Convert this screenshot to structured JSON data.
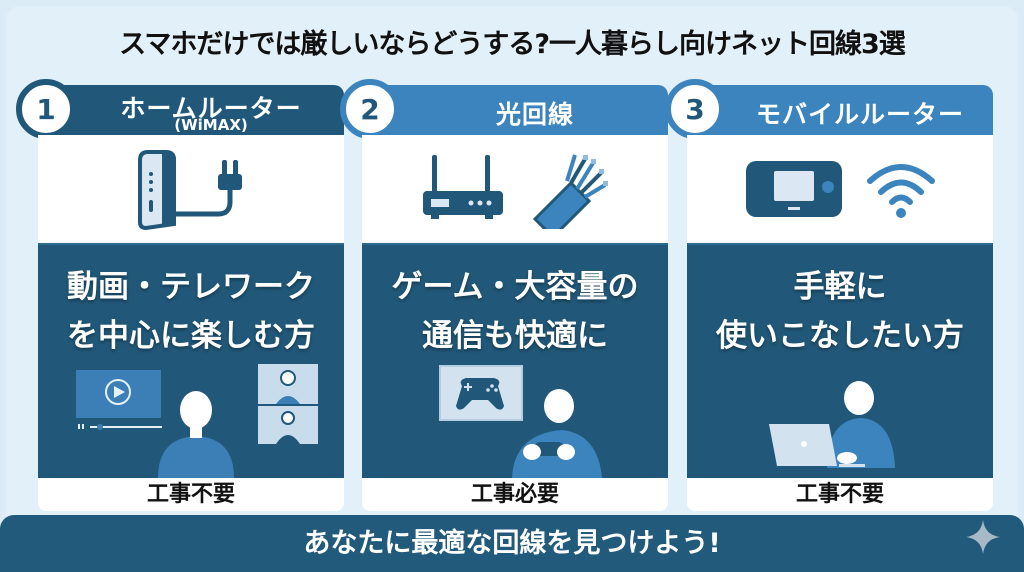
{
  "title": "スマホだけでは厳しいならどうする?一人暮らし向けネット回線3選",
  "colors": {
    "background": "#e2f0fa",
    "dark_navy": "#215879",
    "mid_blue": "#3b84bd",
    "light_blue": "#dcecf7",
    "white": "#ffffff",
    "text_dark": "#111111",
    "sparkle_gray": "#a7b8c6"
  },
  "cards": [
    {
      "number": "1",
      "name": "ホームルーター",
      "sub": "(WiMAX)",
      "icon": [
        "home-router-icon",
        "power-plug-icon"
      ],
      "headline_line1": "動画・テレワーク",
      "headline_line2": "を中心に楽しむ方",
      "illustration": "person-video-telework-illustration",
      "footer": "工事不要"
    },
    {
      "number": "2",
      "name": "光回線",
      "sub": "",
      "icon": [
        "wifi-router-antenna-icon",
        "fiber-optic-cable-icon"
      ],
      "headline_line1": "ゲーム・大容量の",
      "headline_line2": "通信も快適に",
      "illustration": "person-gaming-controller-illustration",
      "footer": "工事必要"
    },
    {
      "number": "3",
      "name": "モバイルルーター",
      "sub": "",
      "icon": [
        "pocket-wifi-device-icon",
        "wifi-signal-icon"
      ],
      "headline_line1": "手軽に",
      "headline_line2": "使いこなしたい方",
      "illustration": "person-laptop-illustration",
      "footer": "工事不要"
    }
  ],
  "banner": {
    "text": "あなたに最適な回線を見つけよう!",
    "icon": "sparkle-icon"
  }
}
